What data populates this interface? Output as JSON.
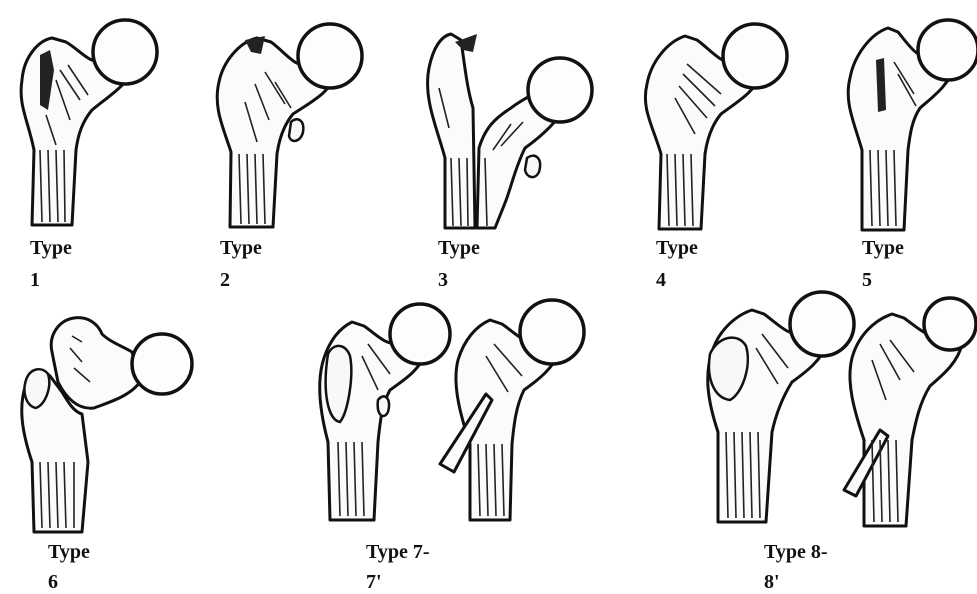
{
  "figures": [
    {
      "id": "type-1",
      "label_top": "Type",
      "label_bottom": "1"
    },
    {
      "id": "type-2",
      "label_top": "Type",
      "label_bottom": "2"
    },
    {
      "id": "type-3",
      "label_top": "Type",
      "label_bottom": "3"
    },
    {
      "id": "type-4",
      "label_top": "Type",
      "label_bottom": "4"
    },
    {
      "id": "type-5",
      "label_top": "Type",
      "label_bottom": "5"
    },
    {
      "id": "type-6",
      "label_top": "Type",
      "label_bottom": "6"
    },
    {
      "id": "type-7",
      "label_top": "Type 7-",
      "label_bottom": "7'"
    },
    {
      "id": "type-8",
      "label_top": "Type 8-",
      "label_bottom": "8'"
    }
  ]
}
